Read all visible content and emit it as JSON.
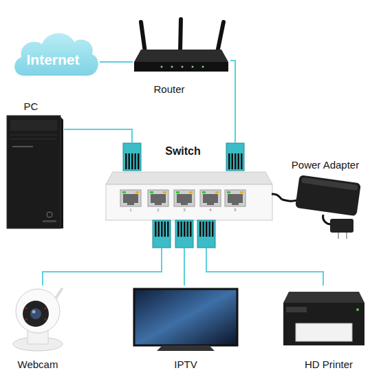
{
  "diagram": {
    "nodes": [
      {
        "text": [
          "Internet"
        ]
      },
      {
        "text": [
          "Router"
        ]
      },
      {
        "text": [
          "PC"
        ]
      },
      {
        "text": [
          "Switch"
        ]
      },
      {
        "text": [
          "Power Adapter"
        ]
      },
      {
        "text": [
          "Webcam"
        ]
      },
      {
        "text": [
          "IPTV"
        ]
      },
      {
        "text": [
          "HD Printer"
        ]
      }
    ],
    "edges": [
      {
        "from": 0,
        "to": 1,
        "arrow": "none"
      },
      {
        "from": 1,
        "to": 3,
        "arrow": "none"
      },
      {
        "from": 2,
        "to": 3,
        "arrow": "none"
      },
      {
        "from": 3,
        "to": 4,
        "arrow": "none"
      },
      {
        "from": 3,
        "to": 5,
        "arrow": "none"
      },
      {
        "from": 3,
        "to": 6,
        "arrow": "none"
      },
      {
        "from": 3,
        "to": 7,
        "arrow": "none"
      }
    ],
    "labels": [
      "1",
      "2",
      "3",
      "4",
      "5"
    ]
  }
}
